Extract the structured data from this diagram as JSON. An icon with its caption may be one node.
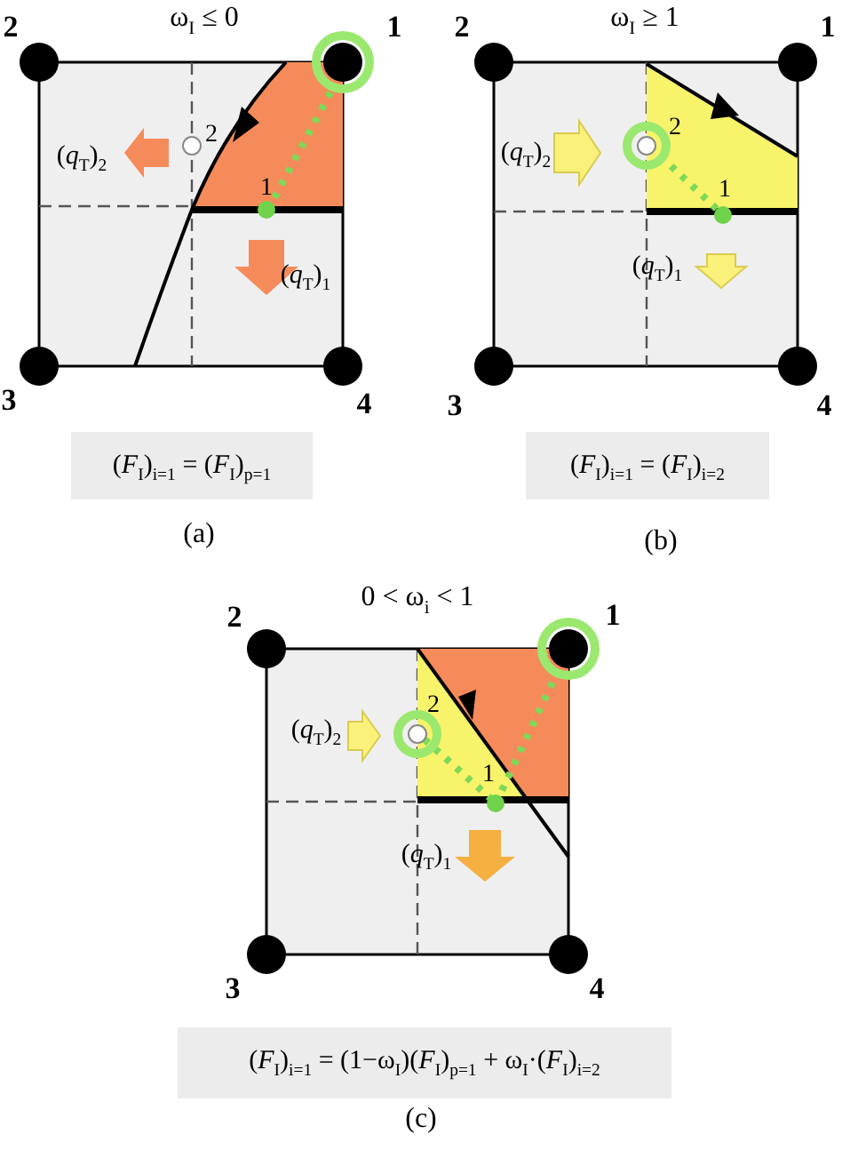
{
  "diagram": {
    "nodes": [
      {
        "text": [
          "(*F*$_{I}$)$_{i=1}$ = (*F*$_{I}$)$_{p=1}$"
        ]
      },
      {
        "text": [
          "(*F*$_{I}$)$_{i=1}$ = (*F*$_{I}$)$_{i=2}$"
        ]
      },
      {
        "text": [
          "(*F*$_{I}$)$_{i=1}$ = (1−ω$_{I}$)(*F*$_{I}$)$_{p=1}$ + ω$_{I}$·(*F*$_{I}$)$_{i=2}$"
        ]
      }
    ],
    "labels": [
      "2",
      "ω$_{I}$ ≤ 0",
      "1",
      "2",
      "(*q*$_{T}$)$_{2}$",
      "1",
      "(*q*$_{T}$)$_{1}$",
      "3",
      "4",
      "(a)",
      "2",
      "ω$_{I}$ ≥ 1",
      "1",
      "2",
      "(*q*$_{T}$)$_{2}$",
      "1",
      "(*q*$_{T}$)$_{1}$",
      "3",
      "4",
      "(b)",
      "0 < ω$_{i}$ < 1",
      "2",
      "1",
      "2",
      "(*q*$_{T}$)$_{2}$",
      "1",
      "(*q*$_{T}$)$_{1}$",
      "3",
      "4",
      "(c)"
    ]
  }
}
